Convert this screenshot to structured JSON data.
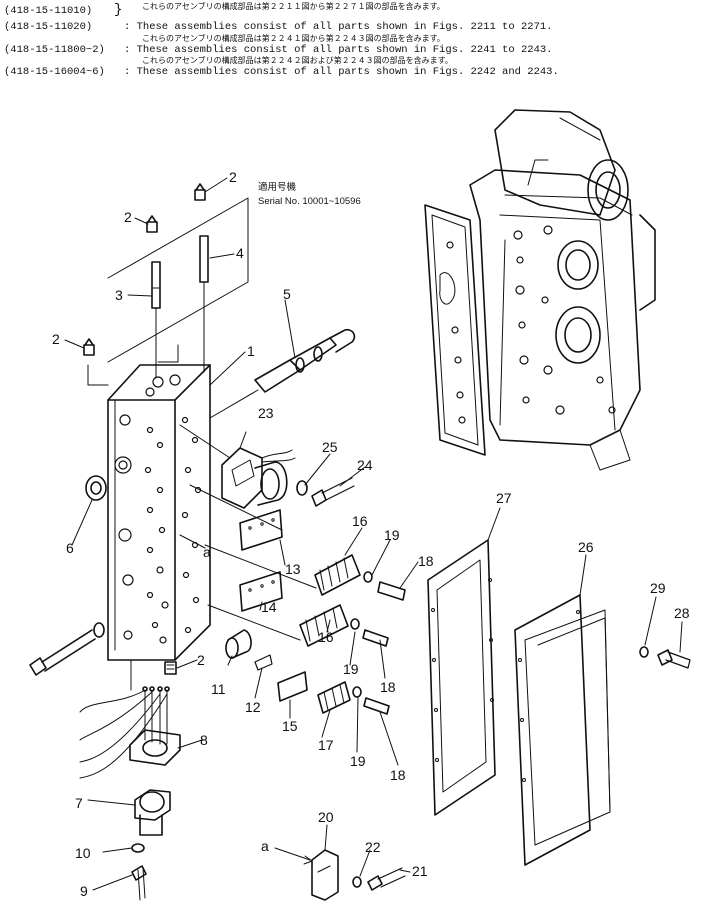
{
  "header": {
    "rows": [
      {
        "code": "(418-15-11010)",
        "jp": "これらのアセンブリの構成部品は第２２１１図から第２２７１図の部品を含みます。",
        "en": ""
      },
      {
        "code": "(418-15-11020)",
        "jp": "",
        "en": ": These assemblies consist of all parts shown in Figs. 2211 to 2271."
      },
      {
        "code": "(418-15-11800~2)",
        "jp": "これらのアセンブリの構成部品は第２２４１図から第２２４３図の部品を含みます。",
        "en": ": These assemblies consist of all parts shown in Figs. 2241 to 2243."
      },
      {
        "code": "(418-15-16004~6)",
        "jp": "これらのアセンブリの構成部品は第２２４２図および第２２４３図の部品を含みます。",
        "en": ": These assemblies consist of all parts shown in Figs. 2242 and 2243."
      }
    ]
  },
  "serial": {
    "jp": "適用号機",
    "en": "Serial No. 10001~10596"
  },
  "callouts": {
    "n1": "1",
    "n2": "2",
    "n3": "3",
    "n4": "4",
    "n5": "5",
    "n6": "6",
    "n7": "7",
    "n8": "8",
    "n9": "9",
    "n10": "10",
    "n11": "11",
    "n12": "12",
    "n13": "13",
    "n14": "14",
    "n15": "15",
    "n16": "16",
    "n17": "17",
    "n18": "18",
    "n19": "19",
    "n20": "20",
    "n21": "21",
    "n22": "22",
    "n23": "23",
    "n24": "24",
    "n25": "25",
    "n26": "26",
    "n27": "27",
    "n28": "28",
    "n29": "29",
    "ref_a": "a"
  }
}
